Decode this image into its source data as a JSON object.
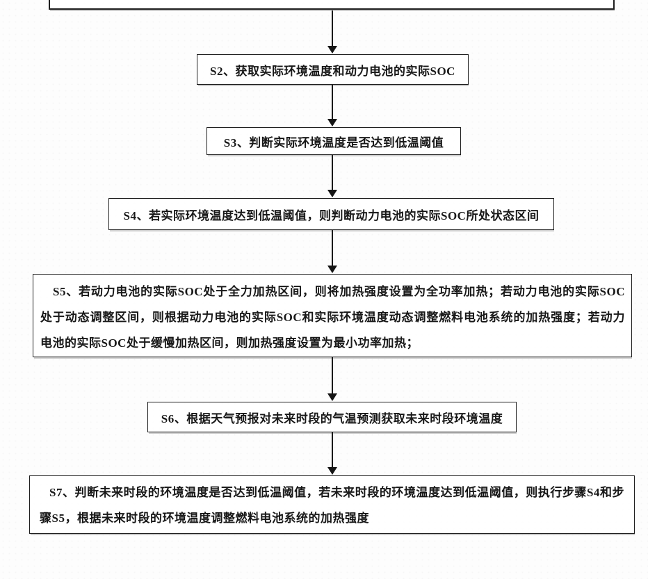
{
  "page": {
    "background_color": "#fdfdfd",
    "ink_color": "#1b1b1b"
  },
  "flowchart": {
    "nodes": [
      {
        "id": "top",
        "label": ""
      },
      {
        "id": "S2",
        "label": "S2、获取实际环境温度和动力电池的实际SOC"
      },
      {
        "id": "S3",
        "label": "S3、判断实际环境温度是否达到低温阈值"
      },
      {
        "id": "S4",
        "label": "S4、若实际环境温度达到低温阈值，则判断动力电池的实际SOC所处状态区间"
      },
      {
        "id": "S5",
        "label": "S5、若动力电池的实际SOC处于全力加热区间，则将加热强度设置为全功率加热；若动力电池的实际SOC处于动态调整区间，则根据动力电池的实际SOC和实际环境温度动态调整燃料电池系统的加热强度；若动力电池的实际SOC处于缓慢加热区间，则加热强度设置为最小功率加热；"
      },
      {
        "id": "S6",
        "label": "S6、根据天气预报对未来时段的气温预测获取未来时段环境温度"
      },
      {
        "id": "S7",
        "label": "S7、判断未来时段的环境温度是否达到低温阈值，若未来时段的环境温度达到低温阈值，则执行步骤S4和步骤S5，根据未来时段的环境温度调整燃料电池系统的加热强度"
      }
    ],
    "edges": [
      {
        "from": "top",
        "to": "S2"
      },
      {
        "from": "S2",
        "to": "S3"
      },
      {
        "from": "S3",
        "to": "S4"
      },
      {
        "from": "S4",
        "to": "S5"
      },
      {
        "from": "S5",
        "to": "S6"
      },
      {
        "from": "S6",
        "to": "S7"
      }
    ]
  }
}
